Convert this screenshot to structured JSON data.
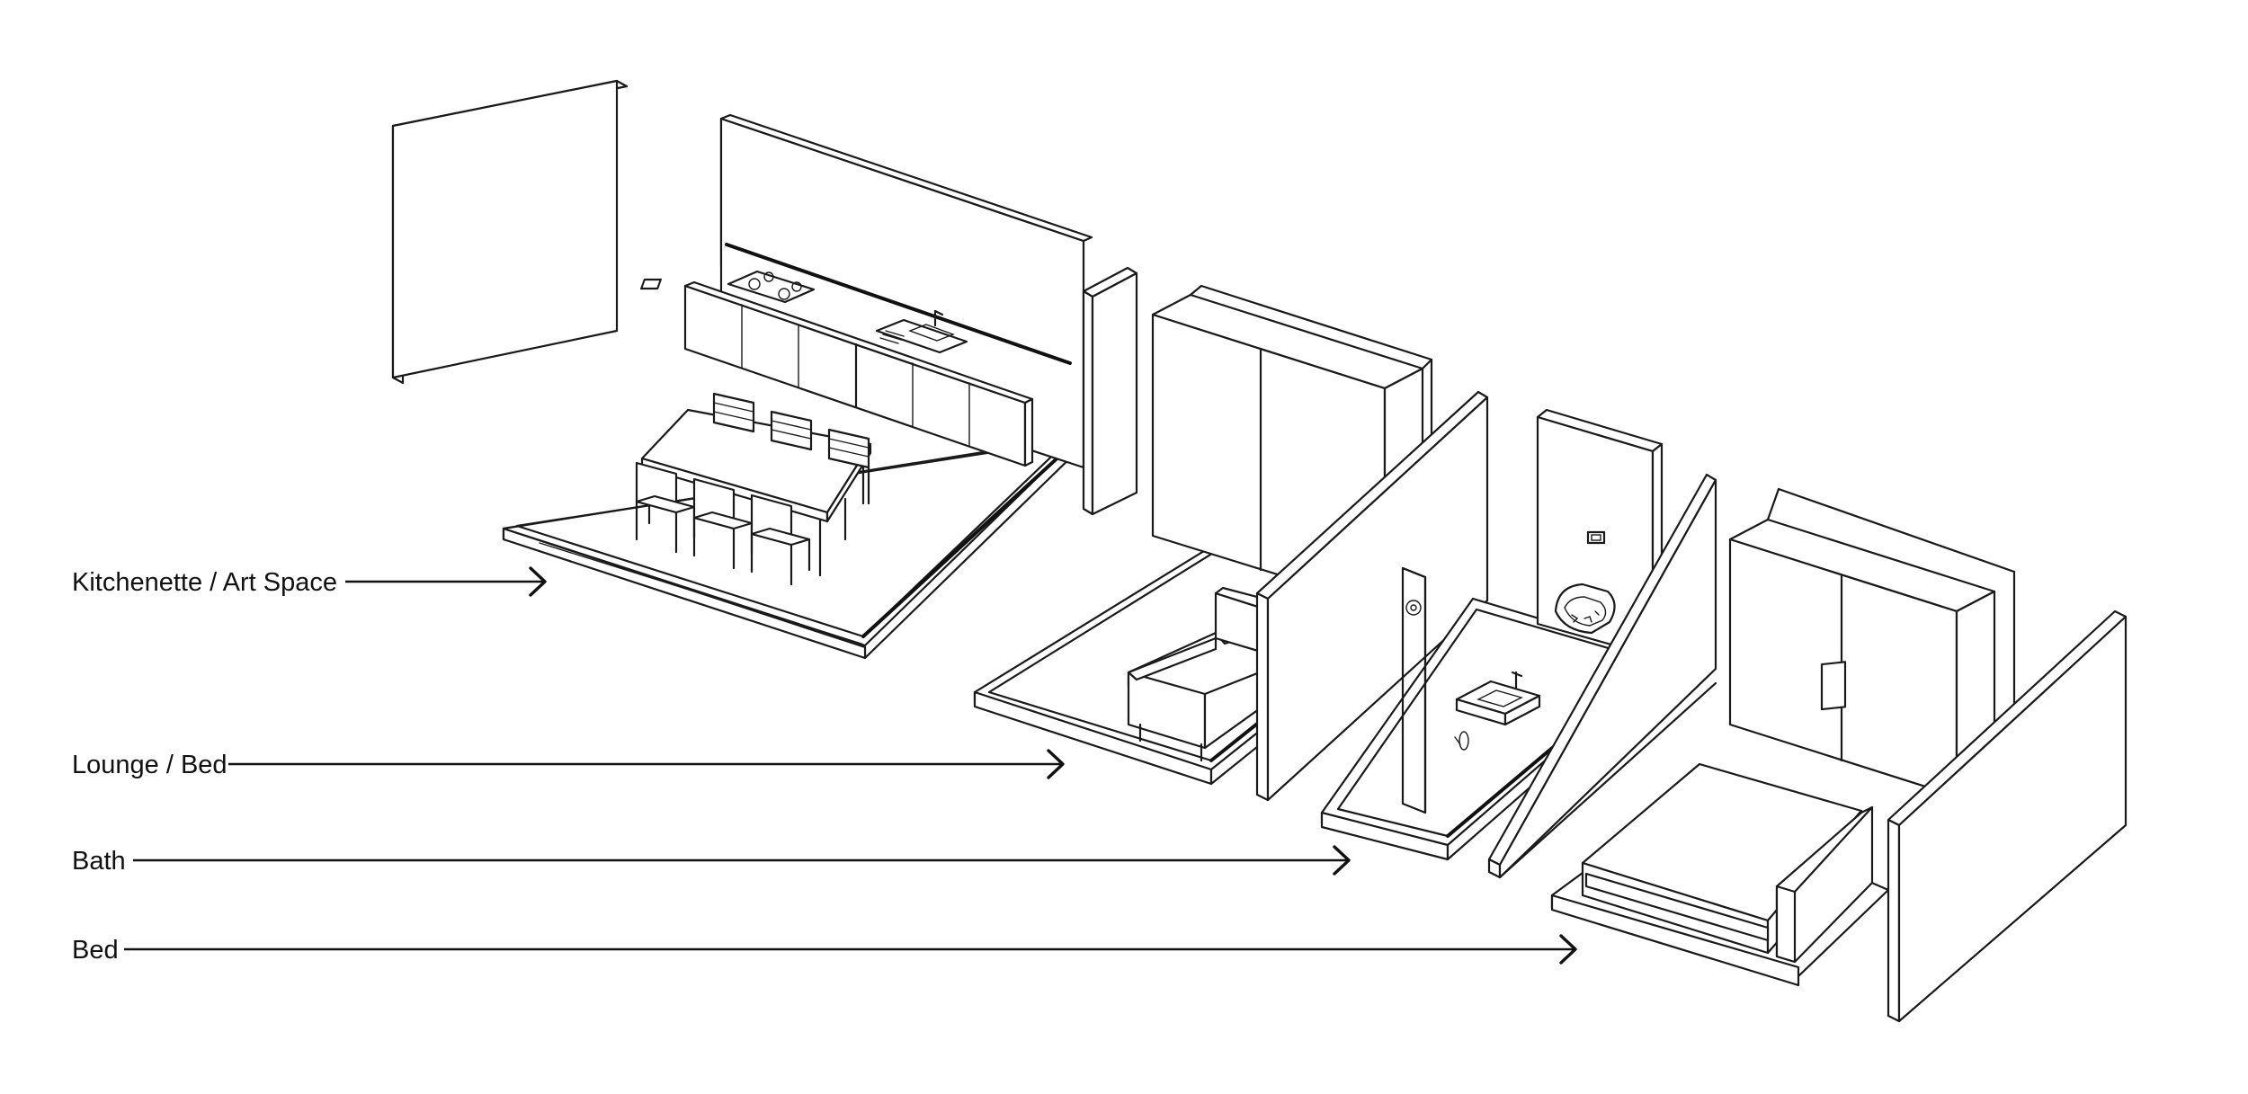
{
  "labels": {
    "kitchen": "Kitchenette / Art Space",
    "lounge": "Lounge / Bed",
    "bath": "Bath",
    "bed": "Bed"
  },
  "colors": {
    "line": "#1a1a1a",
    "background": "#ffffff"
  }
}
